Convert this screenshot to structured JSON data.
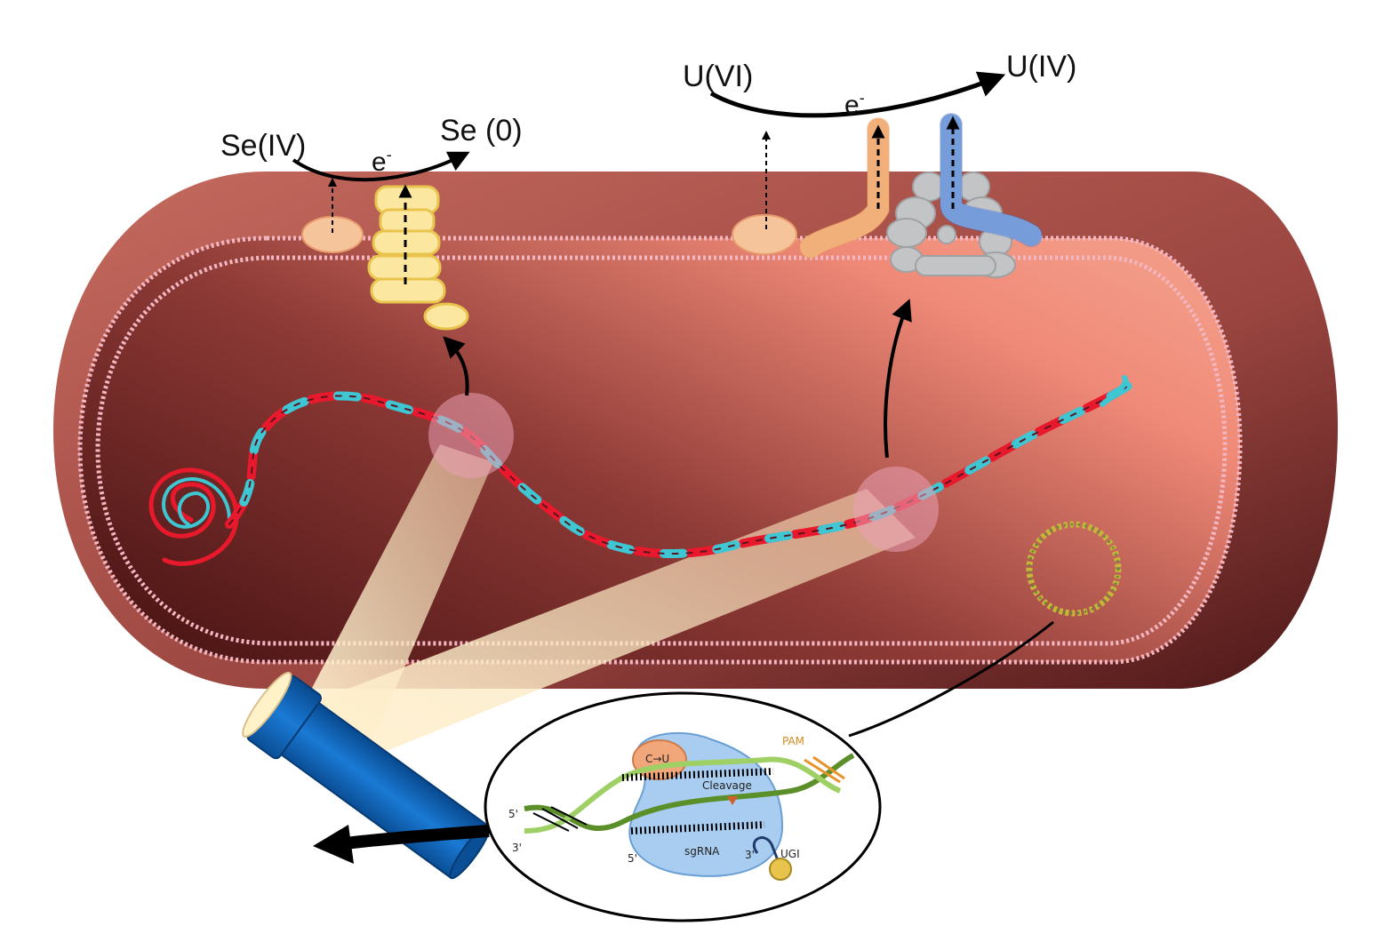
{
  "selenium": {
    "oxidized": "Se(IV)",
    "reduced": "Se (0)",
    "electron": "e",
    "charge": "-"
  },
  "uranium": {
    "oxidized": "U(VI)",
    "reduced": "U(IV)",
    "electron": "e",
    "charge": "-"
  },
  "inset": {
    "five_prime_left": "5'",
    "three_prime_left": "3'",
    "five_prime_sgrna": "5'",
    "three_prime_sgrna": "3'",
    "deaminase_label": "C→U",
    "pam_label": "PAM",
    "cleavage_label": "Cleavage",
    "sgrna_label": "sgRNA",
    "ugi_label": "UGI"
  },
  "colors": {
    "cell_light": "#f28a78",
    "cell_dark": "#5e1c1c",
    "membrane": "#f6c1c8",
    "dna_red": "#e8192c",
    "dna_cyan": "#3ec6d2",
    "flashlight": "#0a63b8",
    "beam": "#fbe6b8",
    "se_protein": "#fbe7a0",
    "u_protein_orange": "#f6c08f",
    "u_protein_blue": "#8fb3e8",
    "cas9": "#a9cdf0"
  }
}
